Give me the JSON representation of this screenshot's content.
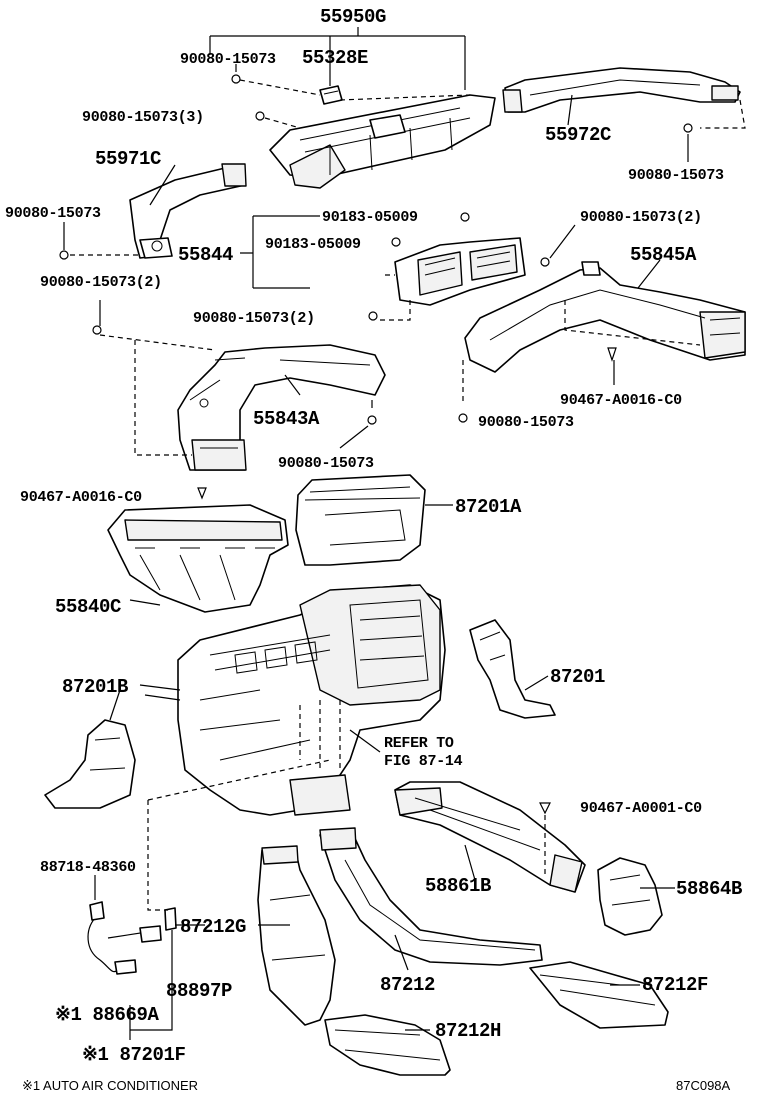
{
  "labels": {
    "p55950G": "55950G",
    "p90080_a": "90080-15073",
    "p55328E": "55328E",
    "p90080_3": "90080-15073(3)",
    "p55972C": "55972C",
    "p90080_b": "90080-15073",
    "p55971C": "55971C",
    "p90080_c": "90080-15073",
    "p90183_a": "90183-05009",
    "p90183_b": "90183-05009",
    "p55844": "55844",
    "p90080_2a": "90080-15073(2)",
    "p55845A": "55845A",
    "p90080_2b": "90080-15073(2)",
    "p90080_2c": "90080-15073(2)",
    "p55843A": "55843A",
    "p90467_a": "90467-A0016-C0",
    "p90080_d": "90080-15073",
    "p90080_e": "90080-15073",
    "p90467_b": "90467-A0016-C0",
    "p87201A": "87201A",
    "p55840C": "55840C",
    "p87201": "87201",
    "p87201B": "87201B",
    "refer1": "REFER TO",
    "refer2": "FIG 87-14",
    "p90467_c": "90467-A0001-C0",
    "p88718": "88718-48360",
    "p58861B": "58861B",
    "p58864B": "58864B",
    "p87212G": "87212G",
    "p87212F": "87212F",
    "p88897P": "88897P",
    "p87212": "87212",
    "p88669A": "※1 88669A",
    "p87212H": "87212H",
    "p87201F": "※1 87201F"
  },
  "footer": {
    "note": "※1 AUTO AIR CONDITIONER",
    "code": "87C098A"
  }
}
